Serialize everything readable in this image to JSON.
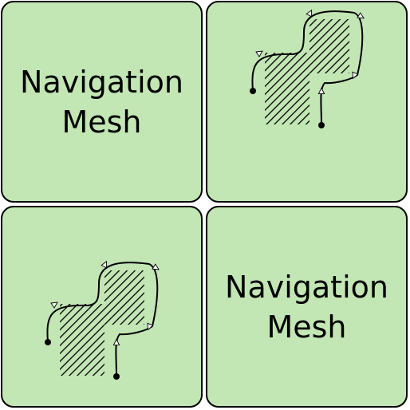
{
  "tiles": {
    "top_left": {
      "line1": "Navigation",
      "line2": "Mesh"
    },
    "bottom_right": {
      "line1": "Navigation",
      "line2": "Mesh"
    },
    "top_right": {
      "icon": "navmesh-path-icon"
    },
    "bottom_left": {
      "icon": "navmesh-path-icon"
    }
  },
  "colors": {
    "tile_fill": "#c2e6b4",
    "tile_border": "#000000",
    "hatch": "#000000",
    "path": "#000000",
    "arrow_fill": "#ffffff"
  }
}
